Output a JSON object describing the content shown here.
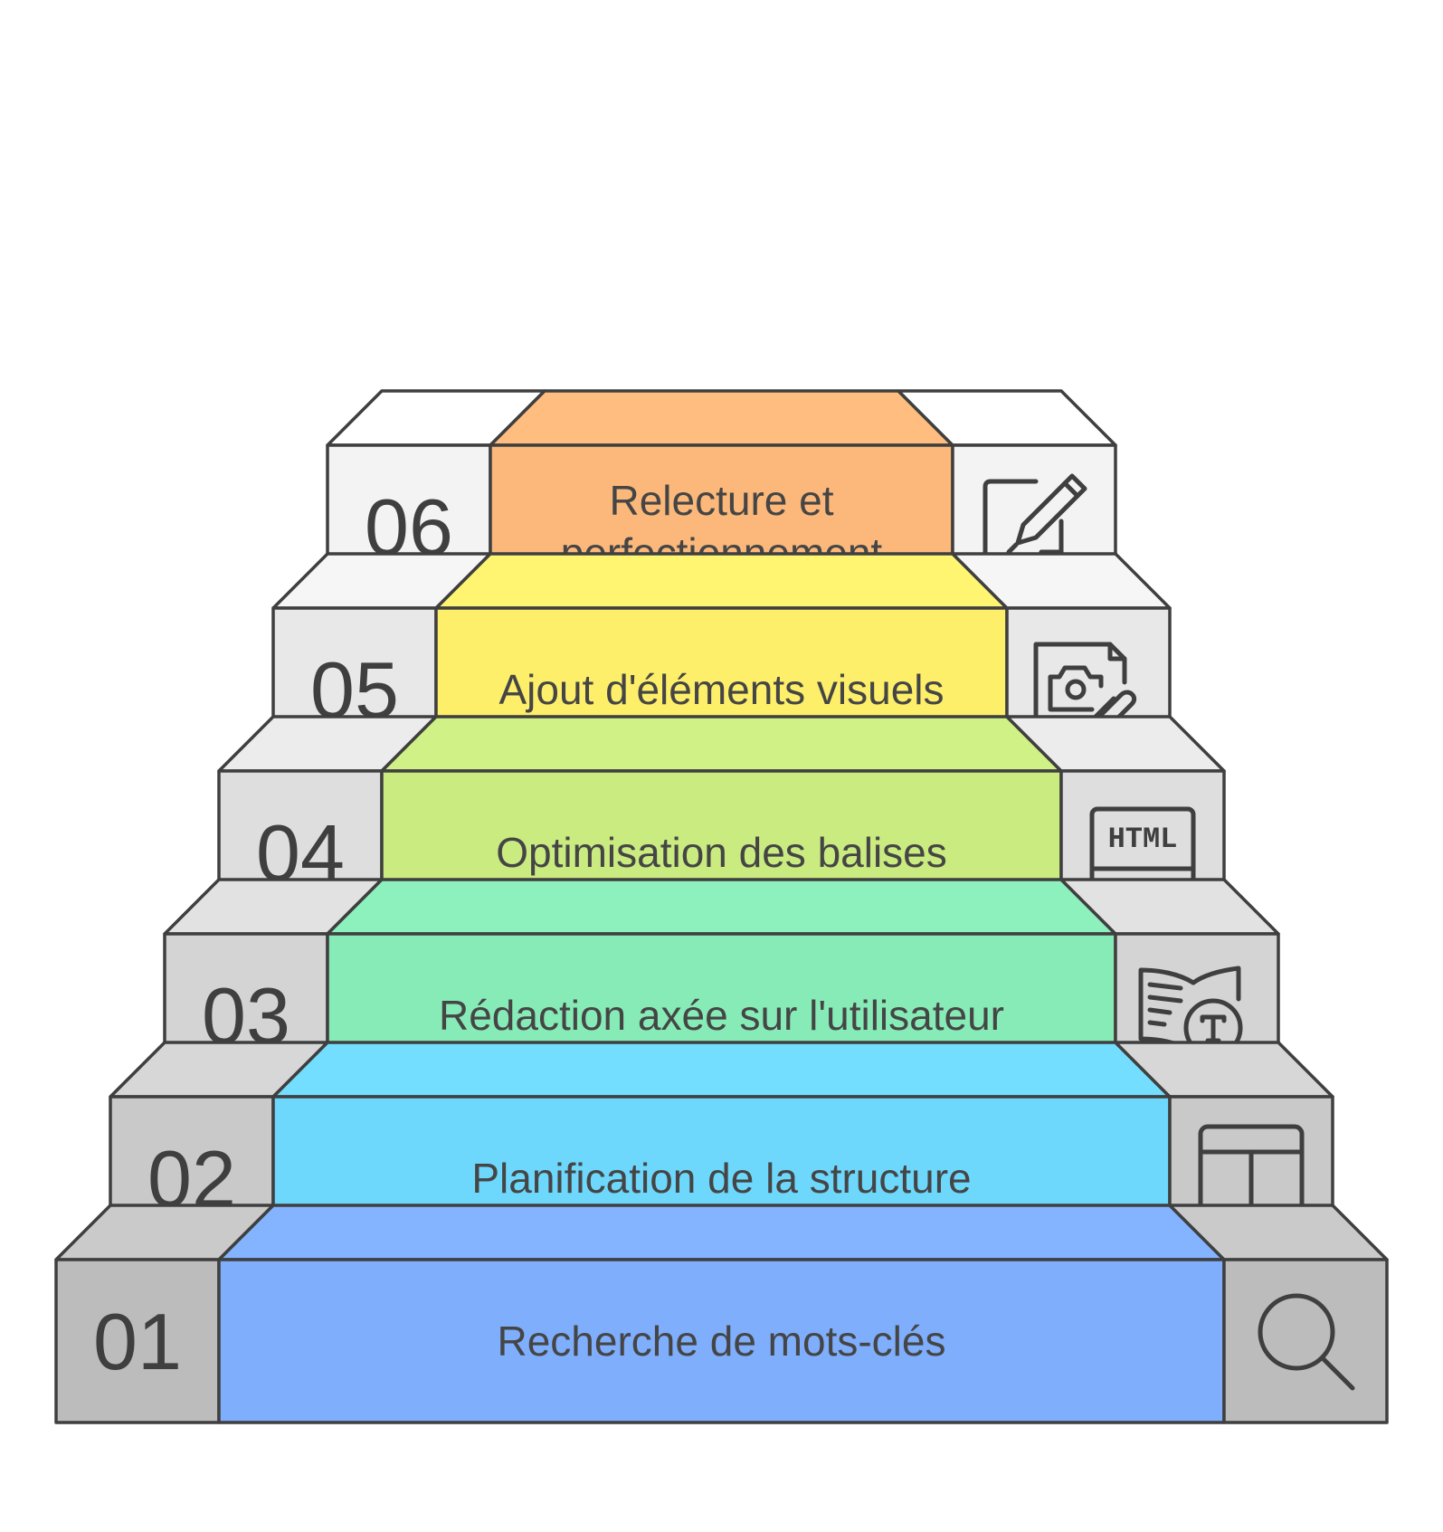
{
  "steps": [
    {
      "number": "01",
      "label_lines": [
        "Recherche de mots-clés"
      ],
      "color": "#7eaefc",
      "side_color": "#bcbcbc",
      "icon": "search-icon"
    },
    {
      "number": "02",
      "label_lines": [
        "Planification de la structure"
      ],
      "color": "#6dd8fc",
      "side_color": "#c9c9c9",
      "icon": "layout-icon"
    },
    {
      "number": "03",
      "label_lines": [
        "Rédaction axée sur l'utilisateur"
      ],
      "color": "#86ebb6",
      "side_color": "#d4d4d4",
      "icon": "book-text-search-icon"
    },
    {
      "number": "04",
      "label_lines": [
        "Optimisation des balises"
      ],
      "color": "#c9eb80",
      "side_color": "#dedede",
      "icon": "html-monitor-icon"
    },
    {
      "number": "05",
      "label_lines": [
        "Ajout d'éléments visuels"
      ],
      "color": "#fdef6a",
      "side_color": "#e8e8e8",
      "icon": "camera-attachment-icon"
    },
    {
      "number": "06",
      "label_lines": [
        "Relecture et",
        "perfectionnement"
      ],
      "color": "#fbb87a",
      "side_color": "#f3f3f3",
      "icon": "edit-document-icon"
    }
  ],
  "icon_text": {
    "html": "HTML",
    "text_glyph": "T"
  }
}
